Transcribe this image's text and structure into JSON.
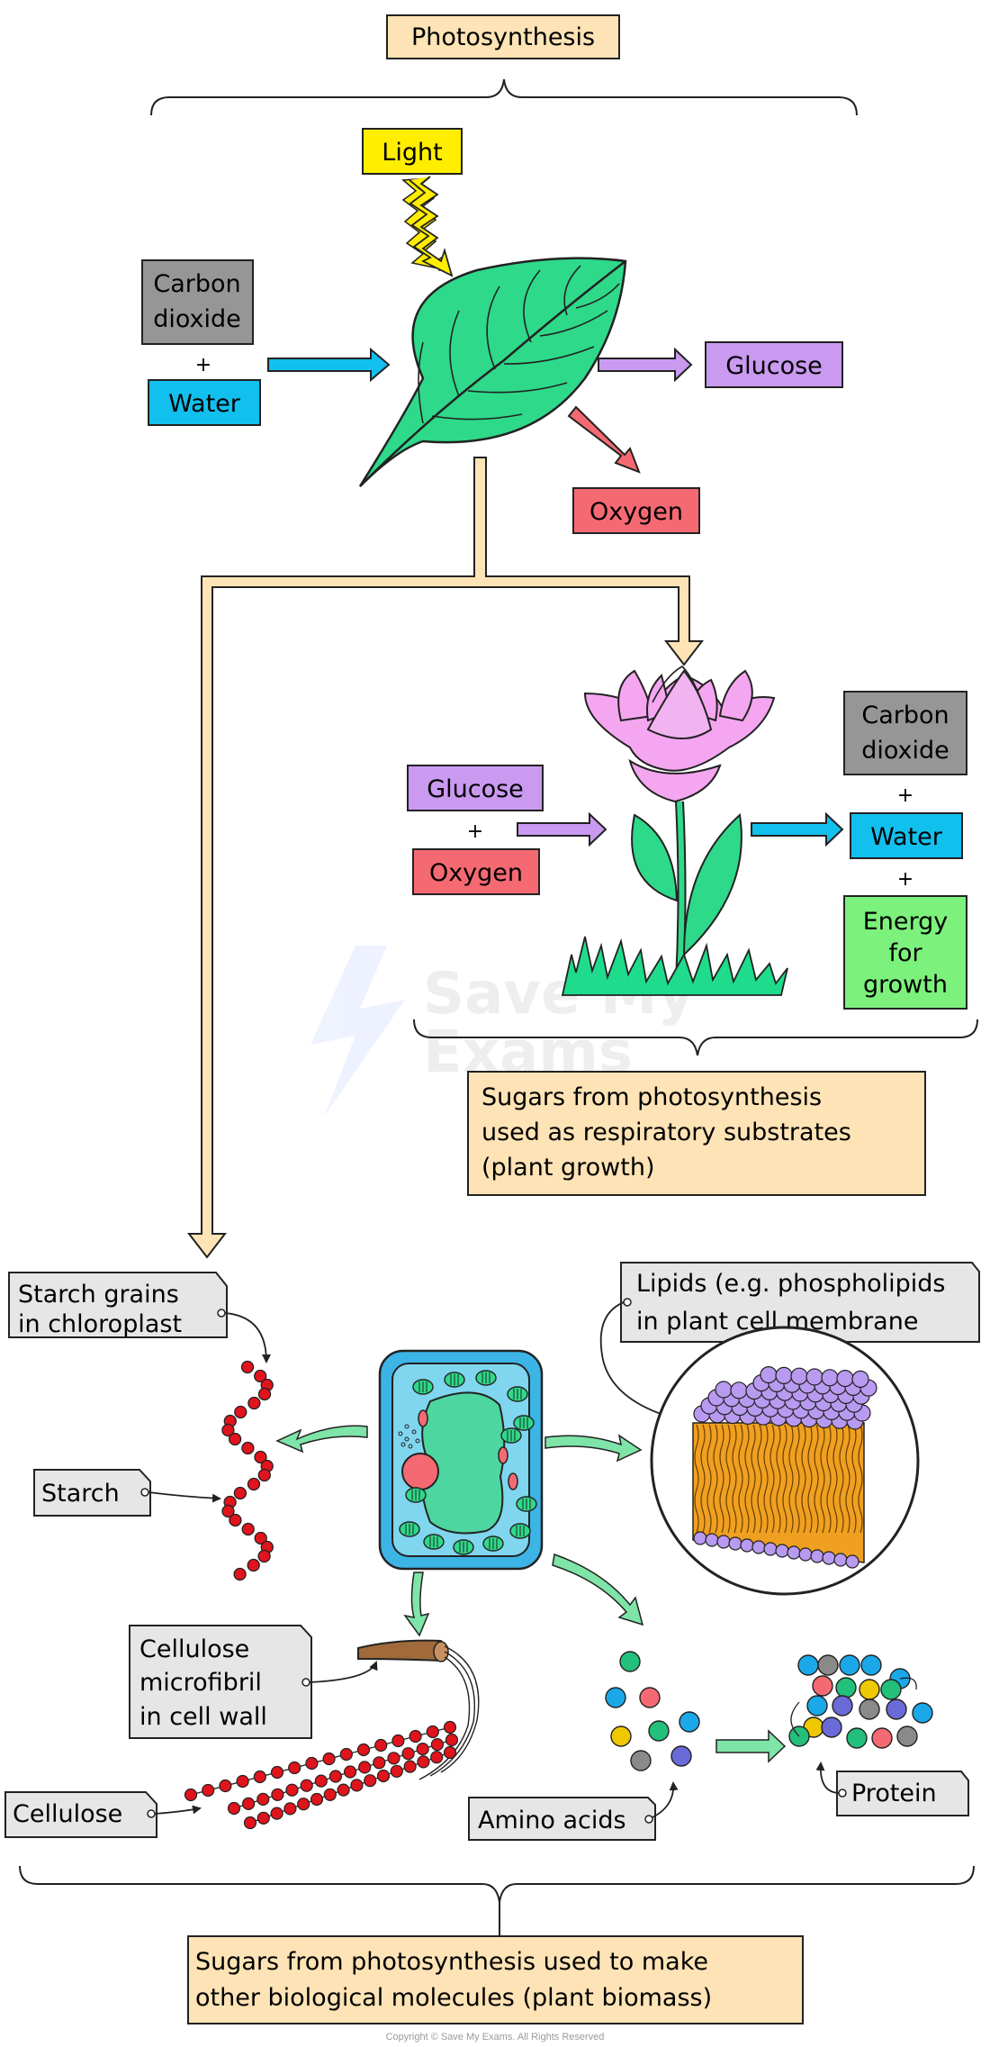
{
  "title": "Photosynthesis",
  "photosynthesis": {
    "light": "Light",
    "carbon_dioxide_line1": "Carbon",
    "carbon_dioxide_line2": "dioxide",
    "plus": "+",
    "water": "Water",
    "glucose": "Glucose",
    "oxygen": "Oxygen"
  },
  "respiration": {
    "glucose": "Glucose",
    "plus": "+",
    "oxygen": "Oxygen",
    "carbon_dioxide_line1": "Carbon",
    "carbon_dioxide_line2": "dioxide",
    "water": "Water",
    "energy_line1": "Energy",
    "energy_line2": "for",
    "energy_line3": "growth",
    "summary_line1": "Sugars from photosynthesis",
    "summary_line2": "used as respiratory substrates",
    "summary_line3": "(plant growth)"
  },
  "biomass": {
    "starch_grains_line1": "Starch grains",
    "starch_grains_line2": "in chloroplast",
    "starch": "Starch",
    "lipids_line1": "Lipids (e.g. phospholipids",
    "lipids_line2": "in plant cell  membrane",
    "cellulose_microfibril_line1": "Cellulose",
    "cellulose_microfibril_line2": "microfibril",
    "cellulose_microfibril_line3": "in cell wall",
    "cellulose": "Cellulose",
    "amino_acids": "Amino acids",
    "protein": "Protein",
    "summary_line1": "Sugars from photosynthesis used to make",
    "summary_line2": "other biological molecules (plant biomass)"
  },
  "watermark_line1": "Save My",
  "watermark_line2": "Exams",
  "copyright": "Copyright © Save My Exams. All Rights Reserved",
  "colors": {
    "title_box": "#fde3b5",
    "light_box": "#ffee00",
    "co2_box": "#969696",
    "water_box": "#12c0ee",
    "glucose_box": "#c99af0",
    "oxygen_box": "#f56a72",
    "energy_box": "#7cf17c",
    "leaf": "#2ed98a",
    "flower": "#f5a6f0",
    "starch_bead": "#e0141c",
    "cell_wall": "#3cb4e6",
    "cytoplasm": "#7fd6ee",
    "vacuole": "#4ed6a0",
    "lipid_head": "#b89af0",
    "lipid_tail": "#f0a020"
  }
}
